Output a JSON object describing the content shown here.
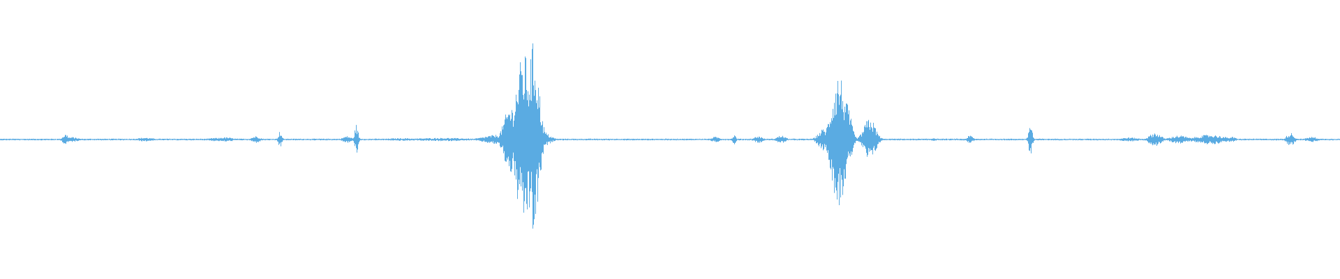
{
  "waveform": {
    "color": "#5aabe2",
    "background": "#ffffff",
    "baseline_amplitude": 0.006,
    "segments": [
      {
        "center": 0.049,
        "width": 0.002,
        "amplitude": 0.04
      },
      {
        "center": 0.054,
        "width": 0.004,
        "amplitude": 0.018
      },
      {
        "center": 0.108,
        "width": 0.006,
        "amplitude": 0.014
      },
      {
        "center": 0.16,
        "width": 0.004,
        "amplitude": 0.012
      },
      {
        "center": 0.168,
        "width": 0.006,
        "amplitude": 0.016
      },
      {
        "center": 0.191,
        "width": 0.003,
        "amplitude": 0.025
      },
      {
        "center": 0.209,
        "width": 0.0012,
        "amplitude": 0.06
      },
      {
        "center": 0.259,
        "width": 0.003,
        "amplitude": 0.025
      },
      {
        "center": 0.266,
        "width": 0.0012,
        "amplitude": 0.11
      },
      {
        "center": 0.3,
        "width": 0.012,
        "amplitude": 0.01
      },
      {
        "center": 0.33,
        "width": 0.02,
        "amplitude": 0.012
      },
      {
        "center": 0.372,
        "width": 0.01,
        "amplitude": 0.035
      },
      {
        "center": 0.381,
        "width": 0.0045,
        "amplitude": 0.25
      },
      {
        "center": 0.391,
        "width": 0.006,
        "amplitude": 0.62
      },
      {
        "center": 0.398,
        "width": 0.004,
        "amplitude": 0.7
      },
      {
        "center": 0.402,
        "width": 0.006,
        "amplitude": 0.08
      },
      {
        "center": 0.534,
        "width": 0.003,
        "amplitude": 0.02
      },
      {
        "center": 0.548,
        "width": 0.0012,
        "amplitude": 0.035
      },
      {
        "center": 0.566,
        "width": 0.003,
        "amplitude": 0.025
      },
      {
        "center": 0.583,
        "width": 0.003,
        "amplitude": 0.03
      },
      {
        "center": 0.615,
        "width": 0.004,
        "amplitude": 0.08
      },
      {
        "center": 0.626,
        "width": 0.005,
        "amplitude": 0.48
      },
      {
        "center": 0.632,
        "width": 0.003,
        "amplitude": 0.26
      },
      {
        "center": 0.649,
        "width": 0.004,
        "amplitude": 0.16
      },
      {
        "center": 0.697,
        "width": 0.002,
        "amplitude": 0.012
      },
      {
        "center": 0.724,
        "width": 0.002,
        "amplitude": 0.03
      },
      {
        "center": 0.769,
        "width": 0.0012,
        "amplitude": 0.13
      },
      {
        "center": 0.843,
        "width": 0.006,
        "amplitude": 0.015
      },
      {
        "center": 0.862,
        "width": 0.004,
        "amplitude": 0.05
      },
      {
        "center": 0.88,
        "width": 0.006,
        "amplitude": 0.03
      },
      {
        "center": 0.903,
        "width": 0.01,
        "amplitude": 0.035
      },
      {
        "center": 0.919,
        "width": 0.003,
        "amplitude": 0.02
      },
      {
        "center": 0.963,
        "width": 0.0025,
        "amplitude": 0.05
      },
      {
        "center": 0.979,
        "width": 0.004,
        "amplitude": 0.02
      }
    ]
  }
}
